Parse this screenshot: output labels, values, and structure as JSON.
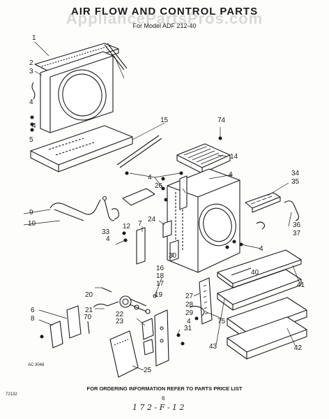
{
  "diagram": {
    "title": "AIR FLOW AND CONTROL PARTS",
    "subtitle": "For Model ADF 212-40",
    "watermark": "AppliancePartsPros.com",
    "footer_note": "FOR ORDERING INFORMATION REFER TO PARTS PRICE LIST",
    "ac_code": "AC 3048",
    "page_code": "72132",
    "page_number": "6",
    "handwritten_ref": "1 7 2 - F - 1 2"
  },
  "part_numbers": [
    "1",
    "2",
    "3",
    "4",
    "5",
    "6",
    "7",
    "8",
    "9",
    "10",
    "12",
    "14",
    "15",
    "16",
    "17",
    "18",
    "19",
    "20",
    "21",
    "22",
    "23",
    "24",
    "25",
    "26",
    "27",
    "28",
    "29",
    "30",
    "31",
    "33",
    "34",
    "35",
    "36",
    "37",
    "40",
    "41",
    "42",
    "43",
    "70",
    "74",
    "75"
  ]
}
